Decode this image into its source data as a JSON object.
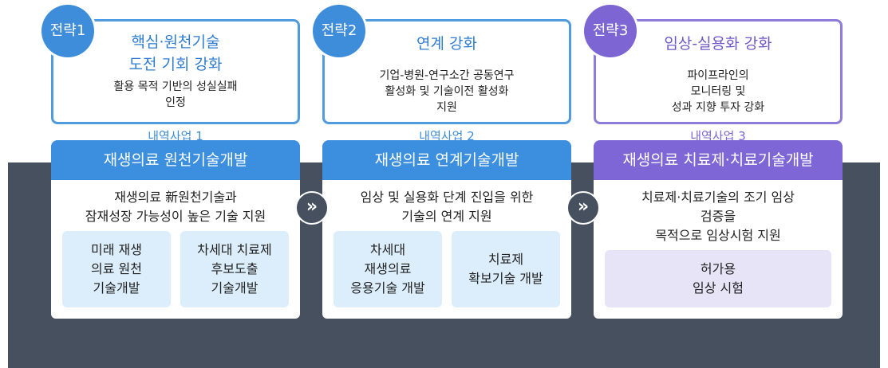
{
  "strategies": [
    {
      "badge": "전략1",
      "title": "핵심·원천기술\n도전 기회 강화",
      "desc": "활용 목적 기반의 성실실패\n인정",
      "sub_label": "내역사업 1",
      "project_title": "재생의료 원천기술개발",
      "project_desc": "재생의료 新원천기술과\n잠재성장 가능성이 높은 기술 지원",
      "items": [
        "미래 재생\n의료 원천\n기술개발",
        "차세대 치료제\n후보도출\n기술개발"
      ]
    },
    {
      "badge": "전략2",
      "title": "연계 강화",
      "desc": "기업-병원-연구소간 공동연구\n활성화 및 기술이전 활성화\n지원",
      "sub_label": "내역사업 2",
      "project_title": "재생의료 연계기술개발",
      "project_desc": "임상 및 실용화 단계 진입을 위한\n기술의 연계 지원",
      "items": [
        "차세대\n재생의료\n응용기술 개발",
        "치료제\n확보기술 개발"
      ]
    },
    {
      "badge": "전략3",
      "title": "임상-실용화 강화",
      "desc": "파이프라인의\n모니터링 및\n성과 지향 투자 강화",
      "sub_label": "내역사업 3",
      "project_title": "재생의료 치료제·치료기술개발",
      "project_desc": "치료제·치료기술의 조기 임상\n검증을\n목적으로 임상시험 지원",
      "items": [
        "허가용\n임상 시험"
      ]
    }
  ],
  "arrows": [
    "»",
    "»"
  ],
  "colors": {
    "blue_accent": "#3b8fde",
    "purple_accent": "#7e66d6",
    "dark_band": "#46505f",
    "light_blue_item": "#dceefb",
    "light_purple_item": "#e7e4f8"
  }
}
